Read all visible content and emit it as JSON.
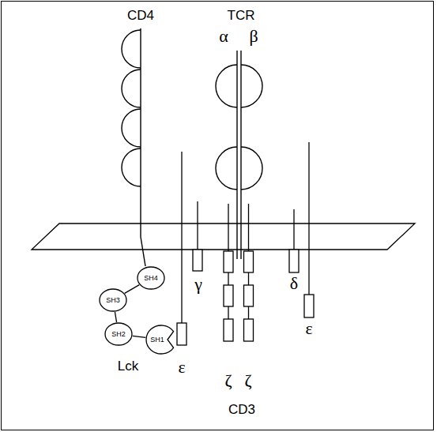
{
  "diagram": {
    "nodes": [
      {
        "text": [
          "SH4"
        ]
      },
      {
        "text": [
          "SH3"
        ]
      },
      {
        "text": [
          "SH2"
        ]
      },
      {
        "text": [
          "SH1"
        ]
      }
    ],
    "edges": [
      {
        "from": 0,
        "to": 1,
        "arrow": "none"
      },
      {
        "from": 1,
        "to": 2,
        "arrow": "none"
      },
      {
        "from": 2,
        "to": 3,
        "arrow": "none"
      }
    ],
    "labels": [
      "CD4",
      "TCR",
      "α",
      "β",
      "Lck",
      "ε",
      "γ",
      "ζ",
      "ζ",
      "δ",
      "ε",
      "CD3"
    ]
  }
}
